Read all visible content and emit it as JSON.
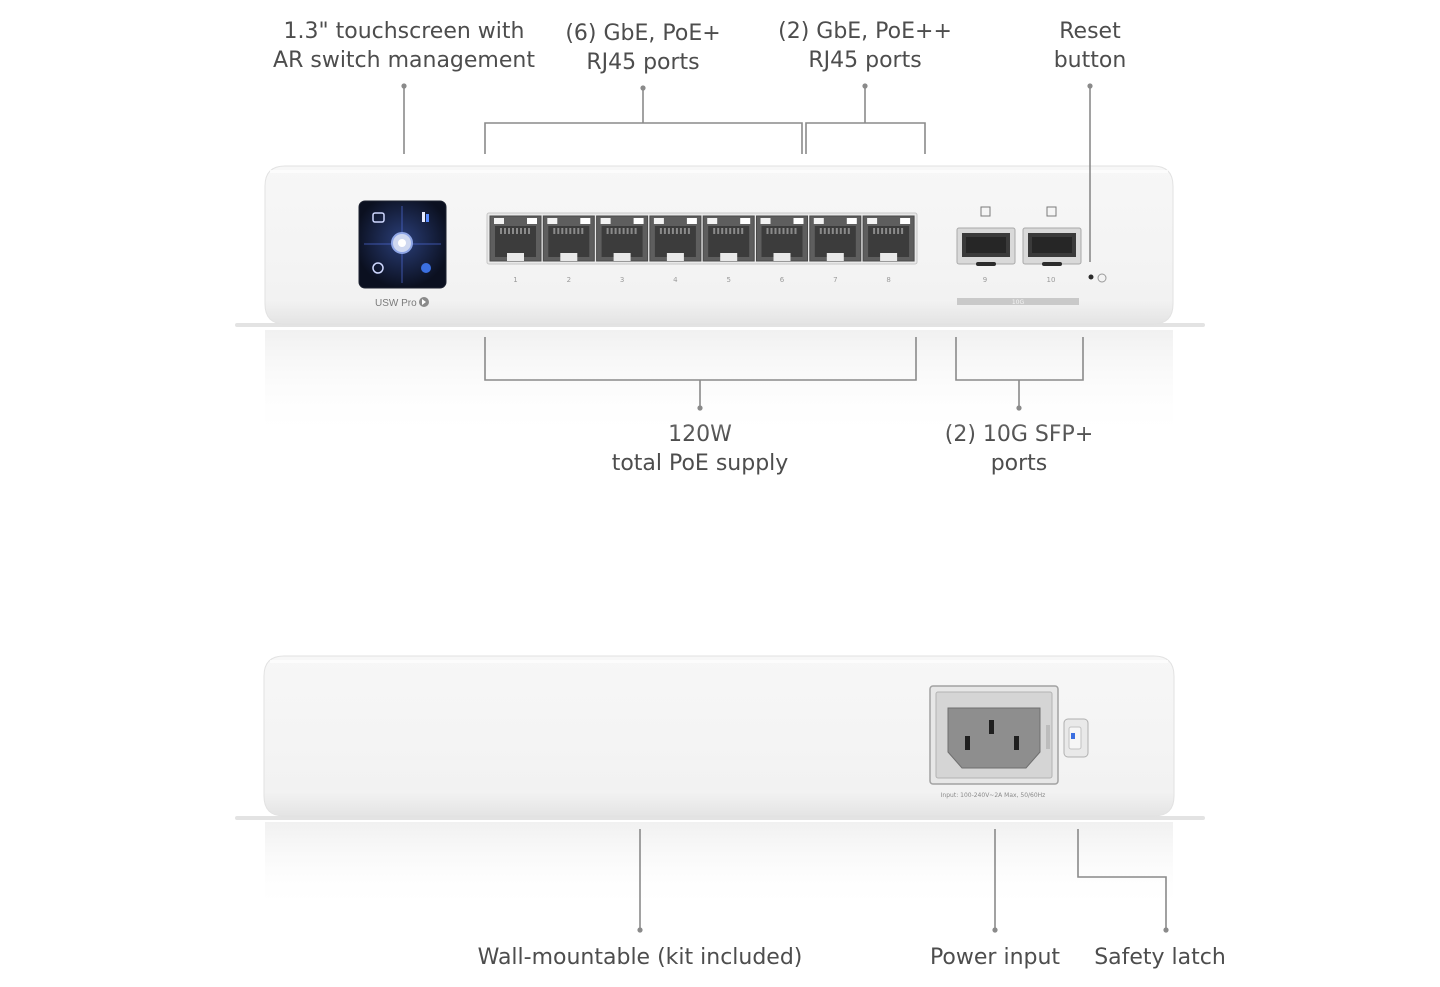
{
  "front_callouts": {
    "touchscreen": [
      "1.3\" touchscreen with",
      "AR switch management"
    ],
    "poe_plus_ports": [
      "(6) GbE, PoE+",
      "RJ45 ports"
    ],
    "poe_plus_plus_ports": [
      "(2) GbE, PoE++",
      "RJ45 ports"
    ],
    "reset_button": [
      "Reset",
      "button"
    ],
    "poe_supply": [
      "120W",
      "total PoE supply"
    ],
    "sfp_ports": [
      "(2) 10G SFP+",
      "ports"
    ]
  },
  "rear_callouts": {
    "wall_mount": "Wall-mountable (kit included)",
    "power_input": "Power input",
    "safety_latch": "Safety latch"
  },
  "device_labels": {
    "model": "USW Pro",
    "port_numbers": [
      "1",
      "2",
      "3",
      "4",
      "5",
      "6",
      "7",
      "8"
    ],
    "sfp_numbers": [
      "9",
      "10"
    ],
    "sfp_speed": "10G",
    "power_rating": "Input: 100-240V~2A Max, 50/60Hz"
  },
  "colors": {
    "line": "#8a8a8a",
    "body": "#f4f4f4",
    "accent_blue": "#3b6fe0"
  }
}
